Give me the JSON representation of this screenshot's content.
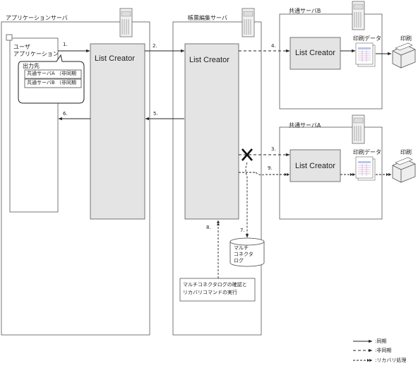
{
  "servers": {
    "app_server": "アプリケーションサーバ",
    "form_server": "帳票編集サーバ",
    "common_b": "共通サーバB",
    "common_a": "共通サーバA"
  },
  "user_app": {
    "line1": "ユーザ",
    "line2": "アプリケーション"
  },
  "output": {
    "title": "出力先",
    "row1": "共通サーバA （非同期",
    "row2": "共通サーバB （非同期"
  },
  "list_creator": "List Creator",
  "print_data": "印刷データ",
  "print": "印刷",
  "steps": [
    "1.",
    "2.",
    "3.",
    "4.",
    "5.",
    "6.",
    "7.",
    "8.",
    "9."
  ],
  "log": {
    "line1": "マルチ",
    "line2": "コネクタ",
    "line3": "ログ"
  },
  "confirm": {
    "line1": "マルチコネクタログの確認と",
    "line2": "リカバリコマンドの実行"
  },
  "legend": {
    "sync": ":同期",
    "async": ":非同期",
    "recovery": ":リカバリ処理"
  }
}
